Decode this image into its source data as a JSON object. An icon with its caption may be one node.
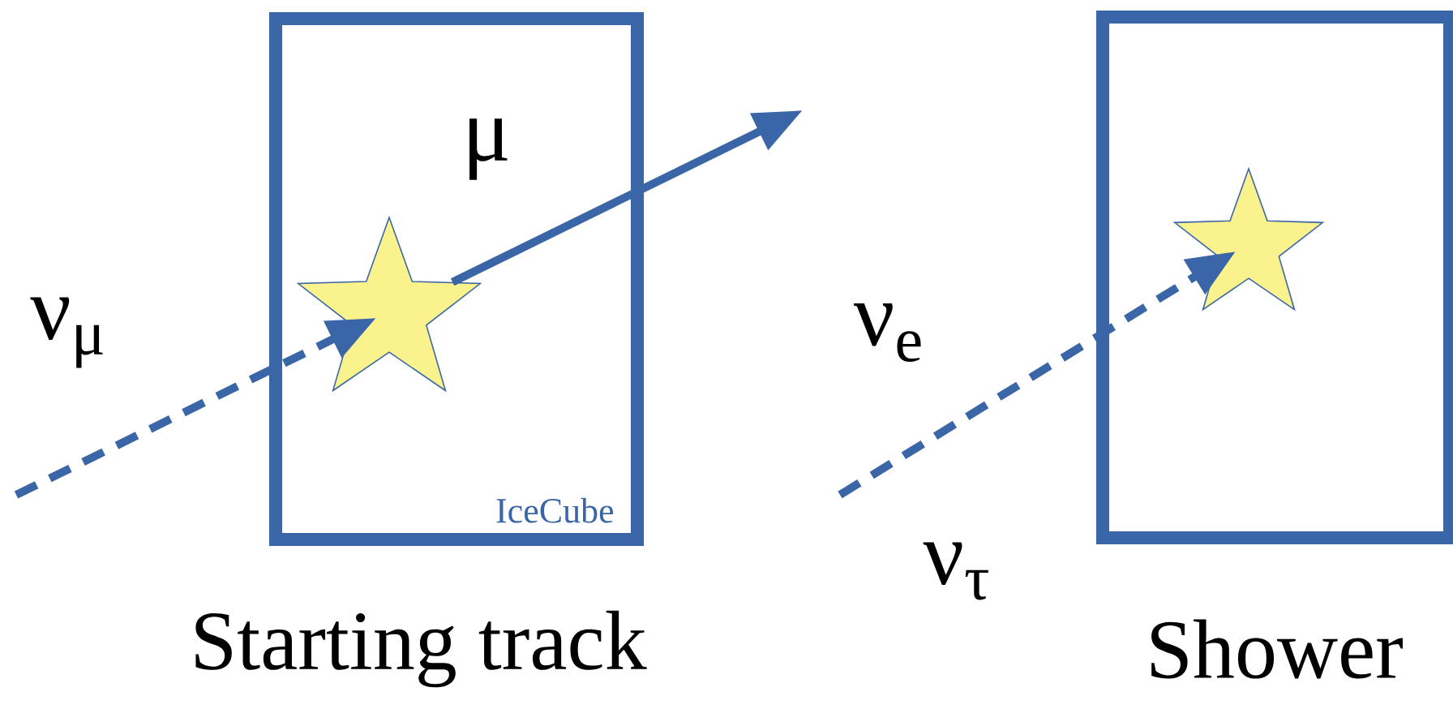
{
  "diagram": {
    "nodes": [
      {
        "text": [
          "IceCube"
        ],
        "beside": [
          "Starting track"
        ]
      },
      {
        "text": [],
        "shape": "star",
        "in": 0
      },
      {
        "text": [],
        "shape": "box",
        "beside": [
          "Shower"
        ]
      },
      {
        "text": [],
        "shape": "star",
        "in": 2
      }
    ],
    "edges": [
      {
        "from": null,
        "to": 1,
        "arrow": "to",
        "style": "dashed",
        "label": "ν$_{μ}$"
      },
      {
        "from": 1,
        "to": null,
        "arrow": "to",
        "label": "μ"
      },
      {
        "from": null,
        "to": 3,
        "arrow": "to",
        "style": "dashed",
        "label": "ν$_{e}$"
      }
    ],
    "labels": [
      "ν$_{τ}$"
    ]
  }
}
